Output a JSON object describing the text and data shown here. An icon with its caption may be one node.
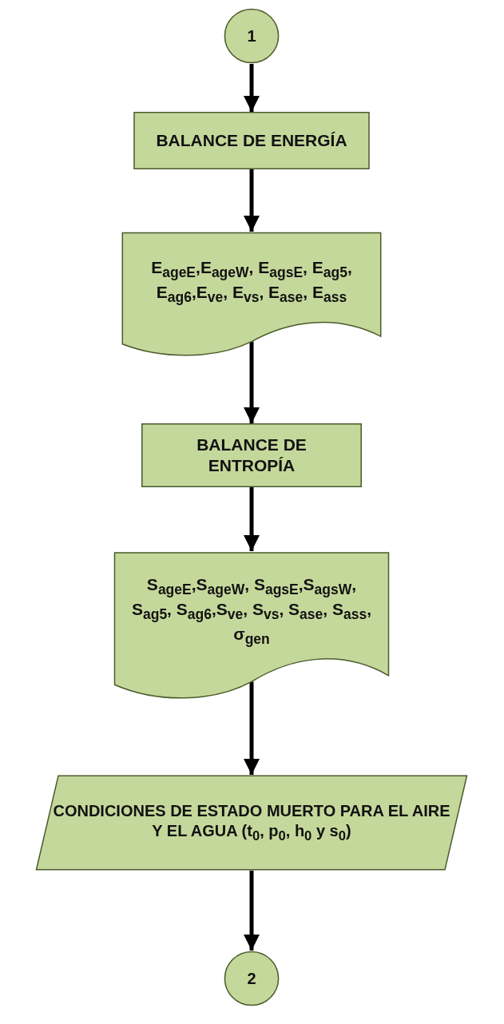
{
  "diagram": {
    "nodes": [
      {
        "text": [
          "1"
        ]
      },
      {
        "text": [
          "BALANCE DE ENERGÍA"
        ]
      },
      {
        "text": [
          "E$_{ageE}$,E$_{ageW}$, E$_{agsE}$, E$_{ag5}$, E$_{ag6}$,E$_{ve}$, E$_{vs}$, E$_{ase}$, E$_{ass}$"
        ]
      },
      {
        "text": [
          "BALANCE DE ENTROPÍA"
        ]
      },
      {
        "text": [
          "S$_{ageE}$,S$_{ageW}$, S$_{agsE}$,S$_{agsW}$, S$_{ag5}$, S$_{ag6}$,S$_{ve}$, S$_{vs}$, S$_{ase}$, S$_{ass}$, σ$_{gen}$"
        ]
      },
      {
        "text": [
          "CONDICIONES DE ESTADO MUERTO PARA EL AIRE Y EL AGUA (t$_{0}$, p$_{0}$, h$_{0}$ y s$_{0}$)"
        ]
      },
      {
        "text": [
          "2"
        ]
      }
    ],
    "edges": [
      {
        "from": 0,
        "to": 1,
        "arrow": "to"
      },
      {
        "from": 1,
        "to": 2,
        "arrow": "to"
      },
      {
        "from": 2,
        "to": 3,
        "arrow": "to"
      },
      {
        "from": 3,
        "to": 4,
        "arrow": "to"
      },
      {
        "from": 4,
        "to": 5,
        "arrow": "to"
      },
      {
        "from": 5,
        "to": 6,
        "arrow": "to"
      }
    ]
  }
}
